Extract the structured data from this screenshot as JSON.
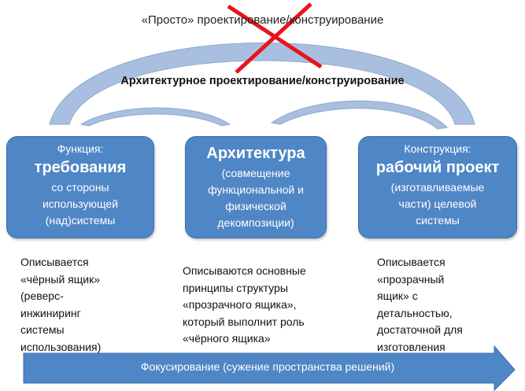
{
  "top_title": "«Просто» проектирование/конструирование",
  "arch_title": "Архитектурное проектирование/конструирование",
  "boxes": [
    {
      "caption": "Функция:",
      "title": "требования",
      "text_lines": [
        "со стороны",
        "использующей",
        "(над)системы"
      ]
    },
    {
      "caption": "",
      "title": "Архитектура",
      "text_lines": [
        "(совмещение",
        "функциональной и",
        "физической",
        "декомпозиции)"
      ]
    },
    {
      "caption": "Конструкция:",
      "title": "рабочий проект",
      "text_lines": [
        "(изготавливаемые",
        "части) целевой",
        "системы"
      ]
    }
  ],
  "descriptions": [
    [
      "Описывается",
      "«чёрный ящик»",
      "(реверс-",
      "инжиниринг",
      "системы",
      "использования)"
    ],
    [
      "Описываются основные",
      "принципы структуры",
      "«прозрачного ящика»,",
      "который выполнит роль",
      "«чёрного ящика»"
    ],
    [
      "Описывается",
      "«прозрачный",
      "ящик» с",
      "детальностью,",
      "достаточной для",
      "изготовления"
    ]
  ],
  "bottom_arrow_text": "Фокусирование (сужение пространства решений)",
  "colors": {
    "box_fill": "#4f86c6",
    "arc": "#a9bfe0",
    "cross": "#e8141c",
    "arrow": "#4f86c6"
  }
}
